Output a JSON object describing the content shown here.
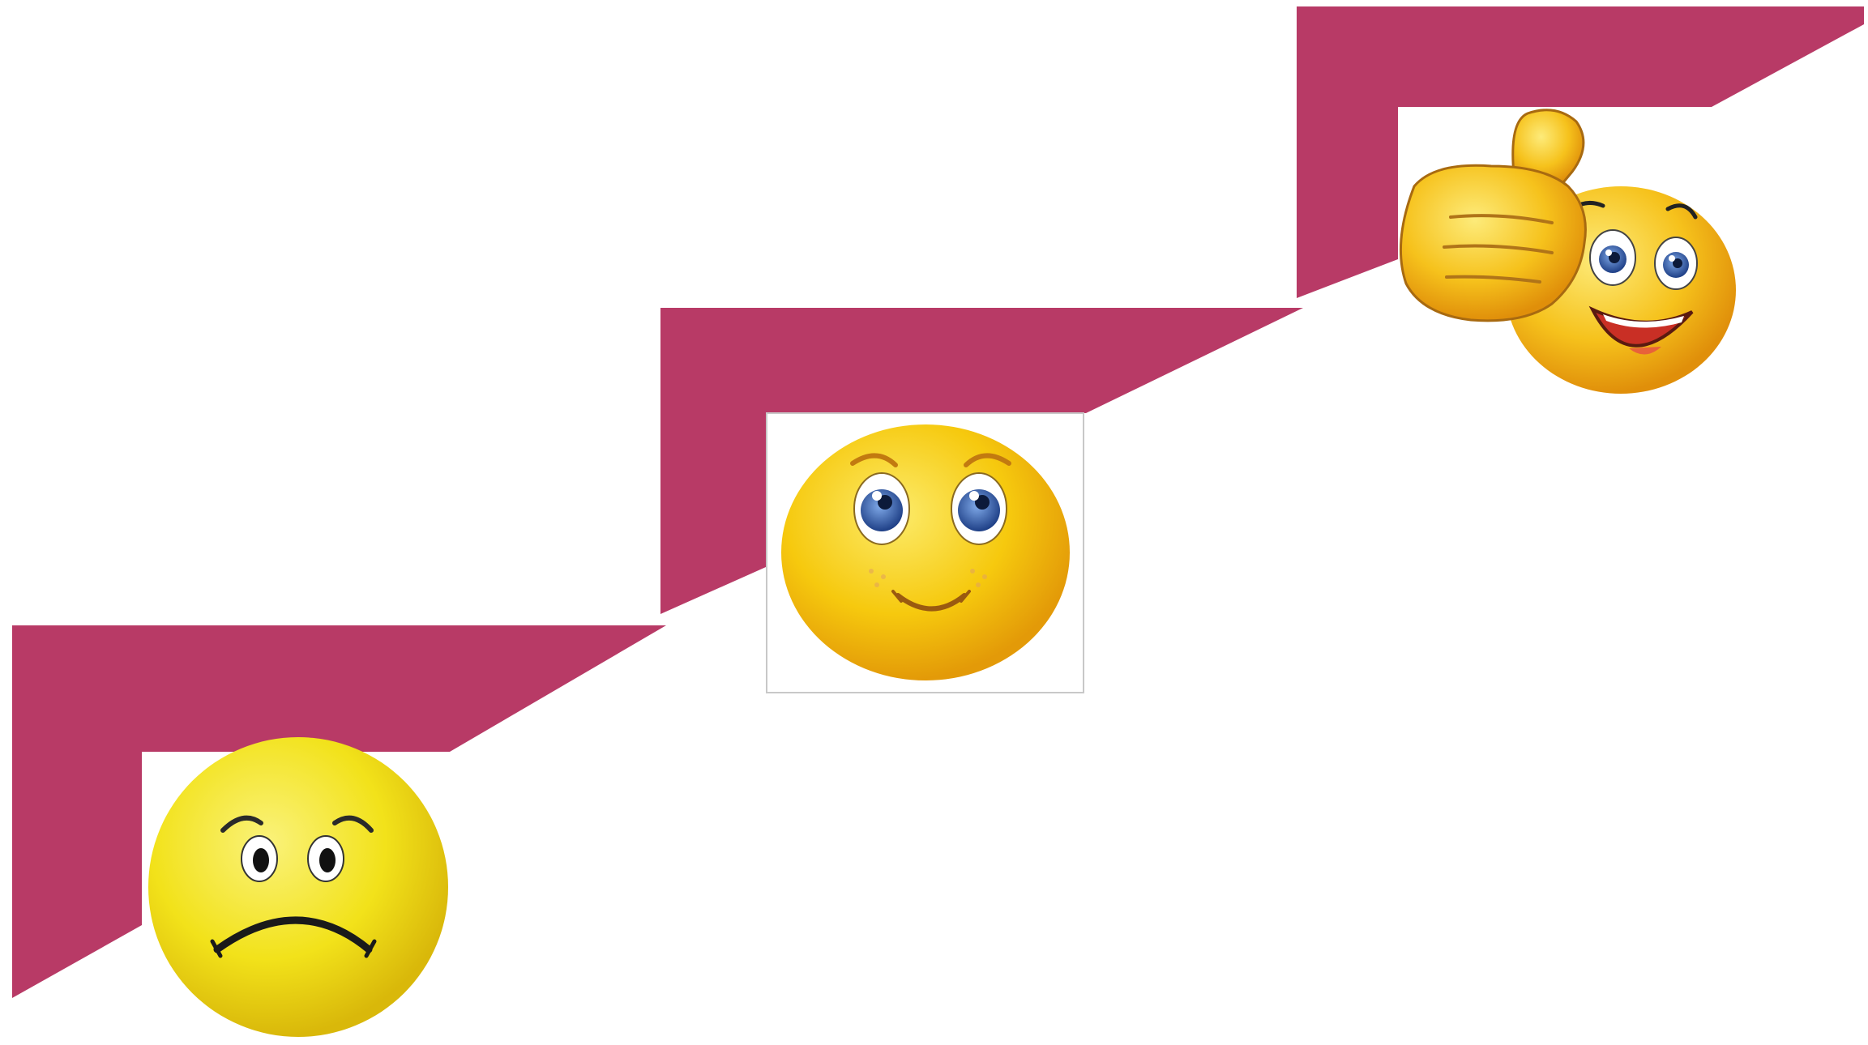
{
  "diagram": {
    "type": "staircase-of-moods",
    "step_color": "#B83A66",
    "background": "#FFFFFF",
    "steps": [
      {
        "order": 1,
        "mood": "sad"
      },
      {
        "order": 2,
        "mood": "content"
      },
      {
        "order": 3,
        "mood": "happy-thumbs-up"
      }
    ],
    "faces": [
      {
        "name": "sad-face-icon",
        "mood": "sad",
        "skin": "#F2E21A",
        "framed": false
      },
      {
        "name": "content-face-icon",
        "mood": "content",
        "skin": "#F6C90E",
        "eyes": "#2D5BA8",
        "framed": true
      },
      {
        "name": "thumbs-up-face-icon",
        "mood": "happy-thumbs-up",
        "skin": "#F6C21C",
        "eyes": "#3A6FB8",
        "mouth": "#D0352A",
        "framed": false
      }
    ]
  }
}
